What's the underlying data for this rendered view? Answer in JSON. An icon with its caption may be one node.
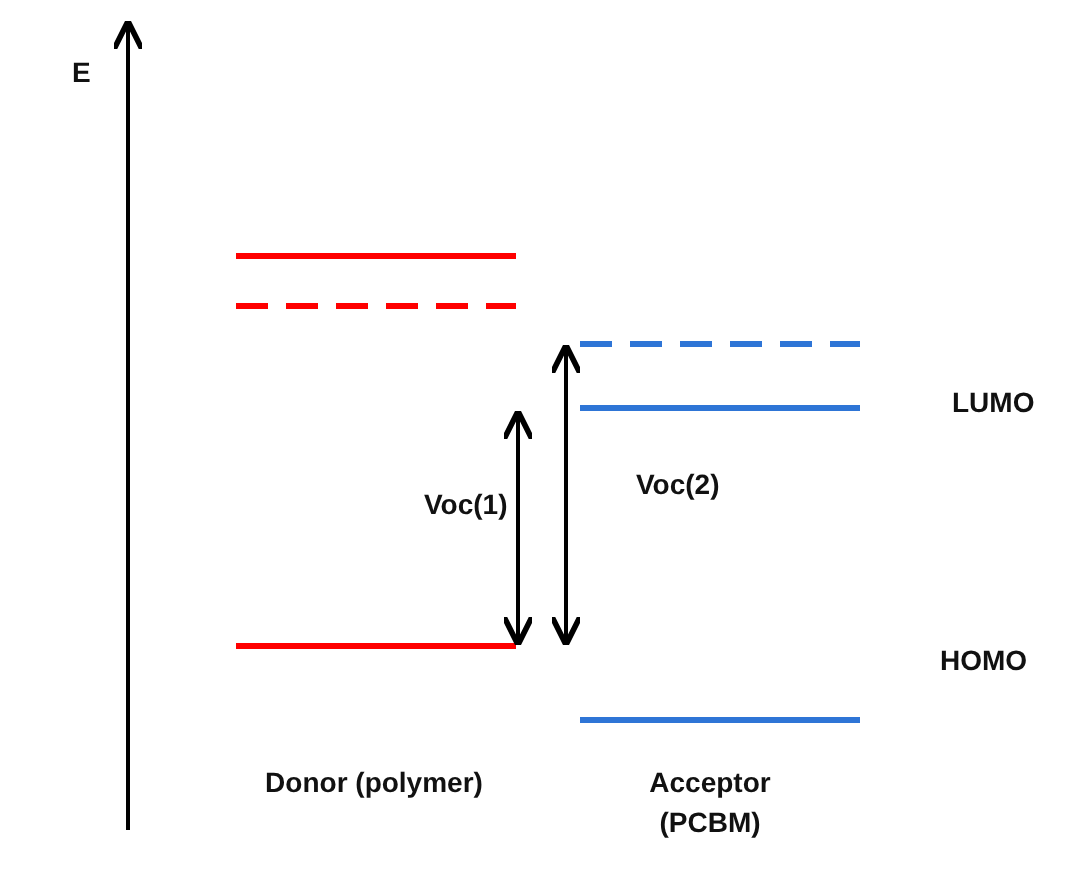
{
  "diagram": {
    "labels": [
      "E",
      "LUMO",
      "Voc(1)",
      "Voc(2)",
      "HOMO",
      "Donor (polymer)",
      "Acceptor (PCBM)"
    ]
  }
}
